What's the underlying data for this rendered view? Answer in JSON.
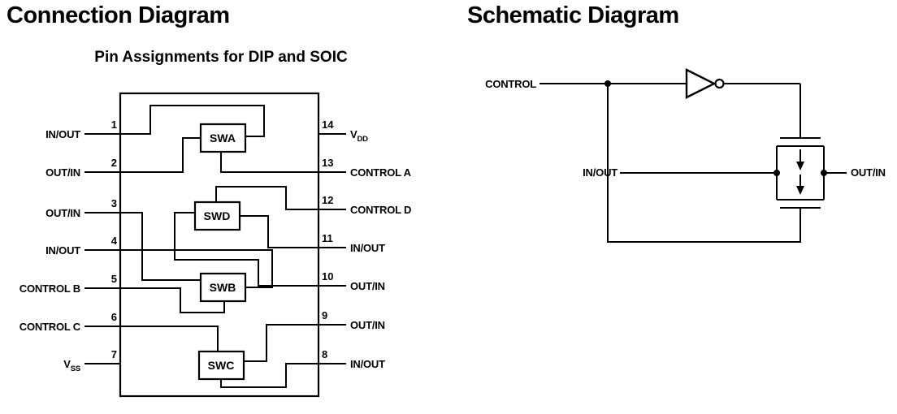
{
  "connection": {
    "title": "Connection Diagram",
    "subtitle": "Pin Assignments for DIP and SOIC",
    "switches": [
      {
        "label": "SWA"
      },
      {
        "label": "SWD"
      },
      {
        "label": "SWB"
      },
      {
        "label": "SWC"
      }
    ],
    "left_pins": [
      {
        "num": "1",
        "label": "IN/OUT",
        "sub": ""
      },
      {
        "num": "2",
        "label": "OUT/IN",
        "sub": ""
      },
      {
        "num": "3",
        "label": "OUT/IN",
        "sub": ""
      },
      {
        "num": "4",
        "label": "IN/OUT",
        "sub": ""
      },
      {
        "num": "5",
        "label": "CONTROL B",
        "sub": ""
      },
      {
        "num": "6",
        "label": "CONTROL C",
        "sub": ""
      },
      {
        "num": "7",
        "label": "V",
        "sub": "SS"
      }
    ],
    "right_pins": [
      {
        "num": "14",
        "label": "V",
        "sub": "DD"
      },
      {
        "num": "13",
        "label": "CONTROL A",
        "sub": ""
      },
      {
        "num": "12",
        "label": "CONTROL D",
        "sub": ""
      },
      {
        "num": "11",
        "label": "IN/OUT",
        "sub": ""
      },
      {
        "num": "10",
        "label": "OUT/IN",
        "sub": ""
      },
      {
        "num": "9",
        "label": "OUT/IN",
        "sub": ""
      },
      {
        "num": "8",
        "label": "IN/OUT",
        "sub": ""
      }
    ]
  },
  "schematic": {
    "title": "Schematic Diagram",
    "labels": {
      "control": "CONTROL",
      "input": "IN/OUT",
      "output": "OUT/IN"
    }
  },
  "colors": {
    "ink": "#000000",
    "background": "#ffffff"
  }
}
